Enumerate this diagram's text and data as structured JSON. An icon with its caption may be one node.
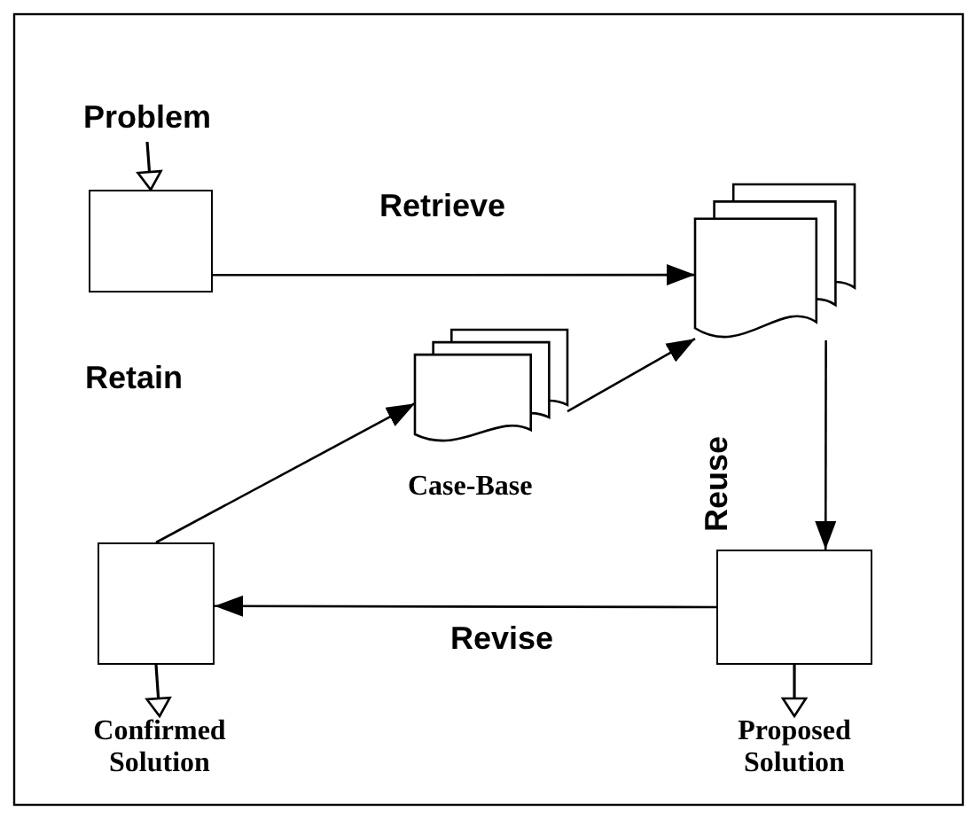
{
  "diagram": {
    "nodes": [
      {
        "text": [
          "Problem"
        ]
      },
      {
        "text": [],
        "shape": "box"
      },
      {
        "text": [],
        "shape": "document"
      },
      {
        "text": [],
        "shape": "document",
        "beside": [
          "Case-Base"
        ]
      },
      {
        "text": [],
        "shape": "box"
      },
      {
        "text": [],
        "shape": "box"
      },
      {
        "text": [
          "Confirmed Solution"
        ]
      },
      {
        "text": [
          "Proposed Solution"
        ]
      }
    ],
    "edges": [
      {
        "from": 0,
        "to": 1,
        "arrow": "to"
      },
      {
        "from": 1,
        "to": 2,
        "arrow": "to",
        "label": "Retrieve"
      },
      {
        "from": 3,
        "to": 2,
        "arrow": "to"
      },
      {
        "from": 2,
        "to": 5,
        "arrow": "to",
        "label": "Reuse"
      },
      {
        "from": 5,
        "to": 4,
        "arrow": "to",
        "label": "Revise"
      },
      {
        "from": 4,
        "to": 3,
        "arrow": "to",
        "label": "Retain"
      },
      {
        "from": 4,
        "to": 6,
        "arrow": "to"
      },
      {
        "from": 5,
        "to": 7,
        "arrow": "to"
      }
    ]
  }
}
